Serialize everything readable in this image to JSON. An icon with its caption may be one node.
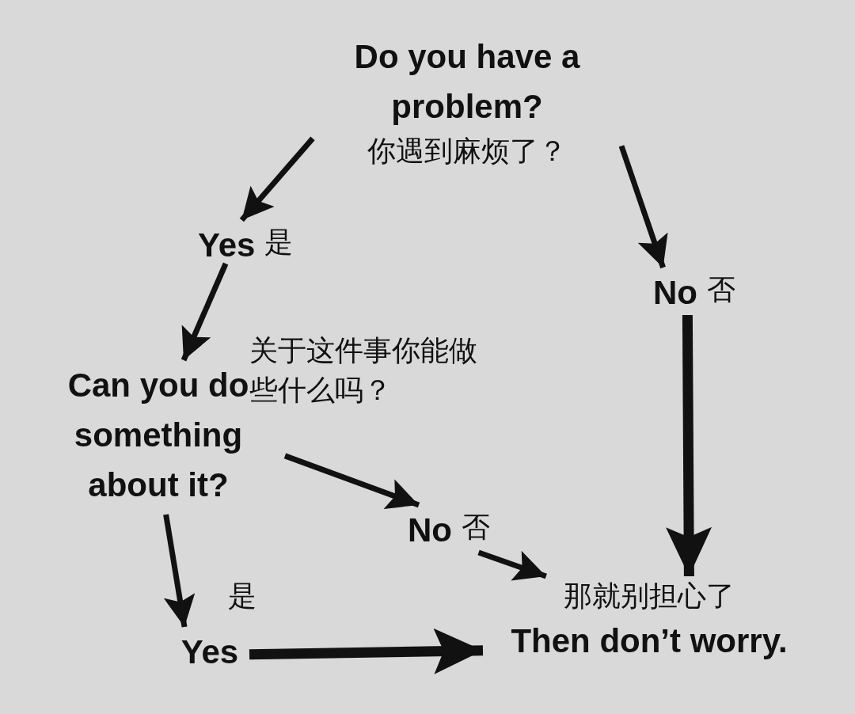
{
  "diagram": {
    "nodes": [
      {
        "text": [
          "Do you have a problem?",
          "你遇到麻烦了？"
        ]
      },
      {
        "text": [
          "Yes",
          "是"
        ]
      },
      {
        "text": [
          "No",
          "否"
        ]
      },
      {
        "text": [
          "Can you do something about it?"
        ],
        "beside": [
          "关于这件事你能做些什么吗？"
        ]
      },
      {
        "text": [
          "No",
          "否"
        ]
      },
      {
        "text": [
          "Yes"
        ],
        "beside": [
          "是"
        ]
      },
      {
        "text": [
          "那就别担心了",
          "Then don’t worry."
        ]
      }
    ],
    "edges": [
      {
        "from": 0,
        "to": 1,
        "arrow": "to"
      },
      {
        "from": 0,
        "to": 2,
        "arrow": "to"
      },
      {
        "from": 1,
        "to": 3,
        "arrow": "to"
      },
      {
        "from": 3,
        "to": 4,
        "arrow": "to"
      },
      {
        "from": 3,
        "to": 5,
        "arrow": "to"
      },
      {
        "from": 2,
        "to": 6,
        "arrow": "to",
        "style": "thick"
      },
      {
        "from": 4,
        "to": 6,
        "arrow": "to"
      },
      {
        "from": 5,
        "to": 6,
        "arrow": "to",
        "style": "thick"
      }
    ]
  }
}
